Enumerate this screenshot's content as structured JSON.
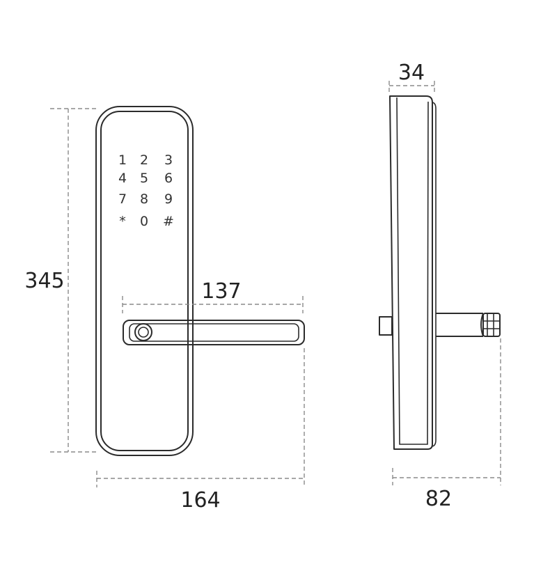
{
  "dimensions": {
    "height": "345",
    "width": "164",
    "handle_length": "137",
    "depth": "34",
    "total_depth": "82"
  },
  "keypad": {
    "row1": [
      "1",
      "2",
      "3"
    ],
    "row2": [
      "4",
      "5",
      "6"
    ],
    "row3": [
      "7",
      "8",
      "9"
    ],
    "row4": [
      "*",
      "0",
      "#"
    ]
  }
}
